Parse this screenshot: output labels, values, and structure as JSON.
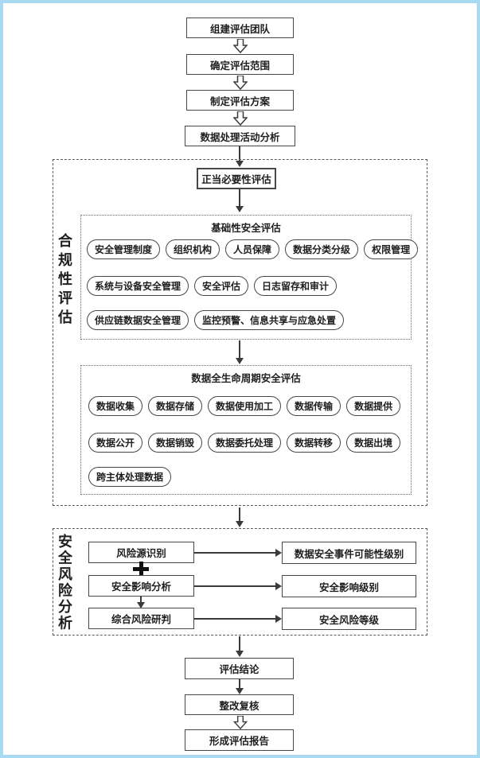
{
  "colors": {
    "page_border": "#a9daf2",
    "line": "#3a3a3a",
    "box_border": "#474747",
    "text": "#1e1e1e",
    "background": "#ffffff"
  },
  "top_flow": {
    "steps": [
      {
        "label": "组建评估团队"
      },
      {
        "label": "确定评估范围"
      },
      {
        "label": "制定评估方案"
      },
      {
        "label": "数据处理活动分析"
      }
    ]
  },
  "compliance_section": {
    "side_label": "合规性评估",
    "entry_box": "正当必要性评估",
    "basic_security": {
      "title": "基础性安全评估",
      "rows": [
        [
          "安全管理制度",
          "组织机构",
          "人员保障",
          "数据分类分级",
          "权限管理"
        ],
        [
          "系统与设备安全管理",
          "安全评估",
          "日志留存和审计"
        ],
        [
          "供应链数据安全管理",
          "监控预警、信息共享与应急处置"
        ]
      ]
    },
    "lifecycle": {
      "title": "数据全生命周期安全评估",
      "rows": [
        [
          "数据收集",
          "数据存储",
          "数据使用加工",
          "数据传输",
          "数据提供"
        ],
        [
          "数据公开",
          "数据销毁",
          "数据委托处理",
          "数据转移",
          "数据出境"
        ],
        [
          "跨主体处理数据"
        ]
      ]
    }
  },
  "risk_section": {
    "side_label": "安全风险分析",
    "plus_symbol": "+",
    "rows": [
      {
        "left": "风险源识别",
        "right": "数据安全事件可能性级别"
      },
      {
        "left": "安全影响分析",
        "right": "安全影响级别"
      },
      {
        "left": "综合风险研判",
        "right": "安全风险等级"
      }
    ]
  },
  "bottom_flow": {
    "steps": [
      {
        "label": "评估结论"
      },
      {
        "label": "整改复核"
      },
      {
        "label": "形成评估报告"
      }
    ]
  }
}
